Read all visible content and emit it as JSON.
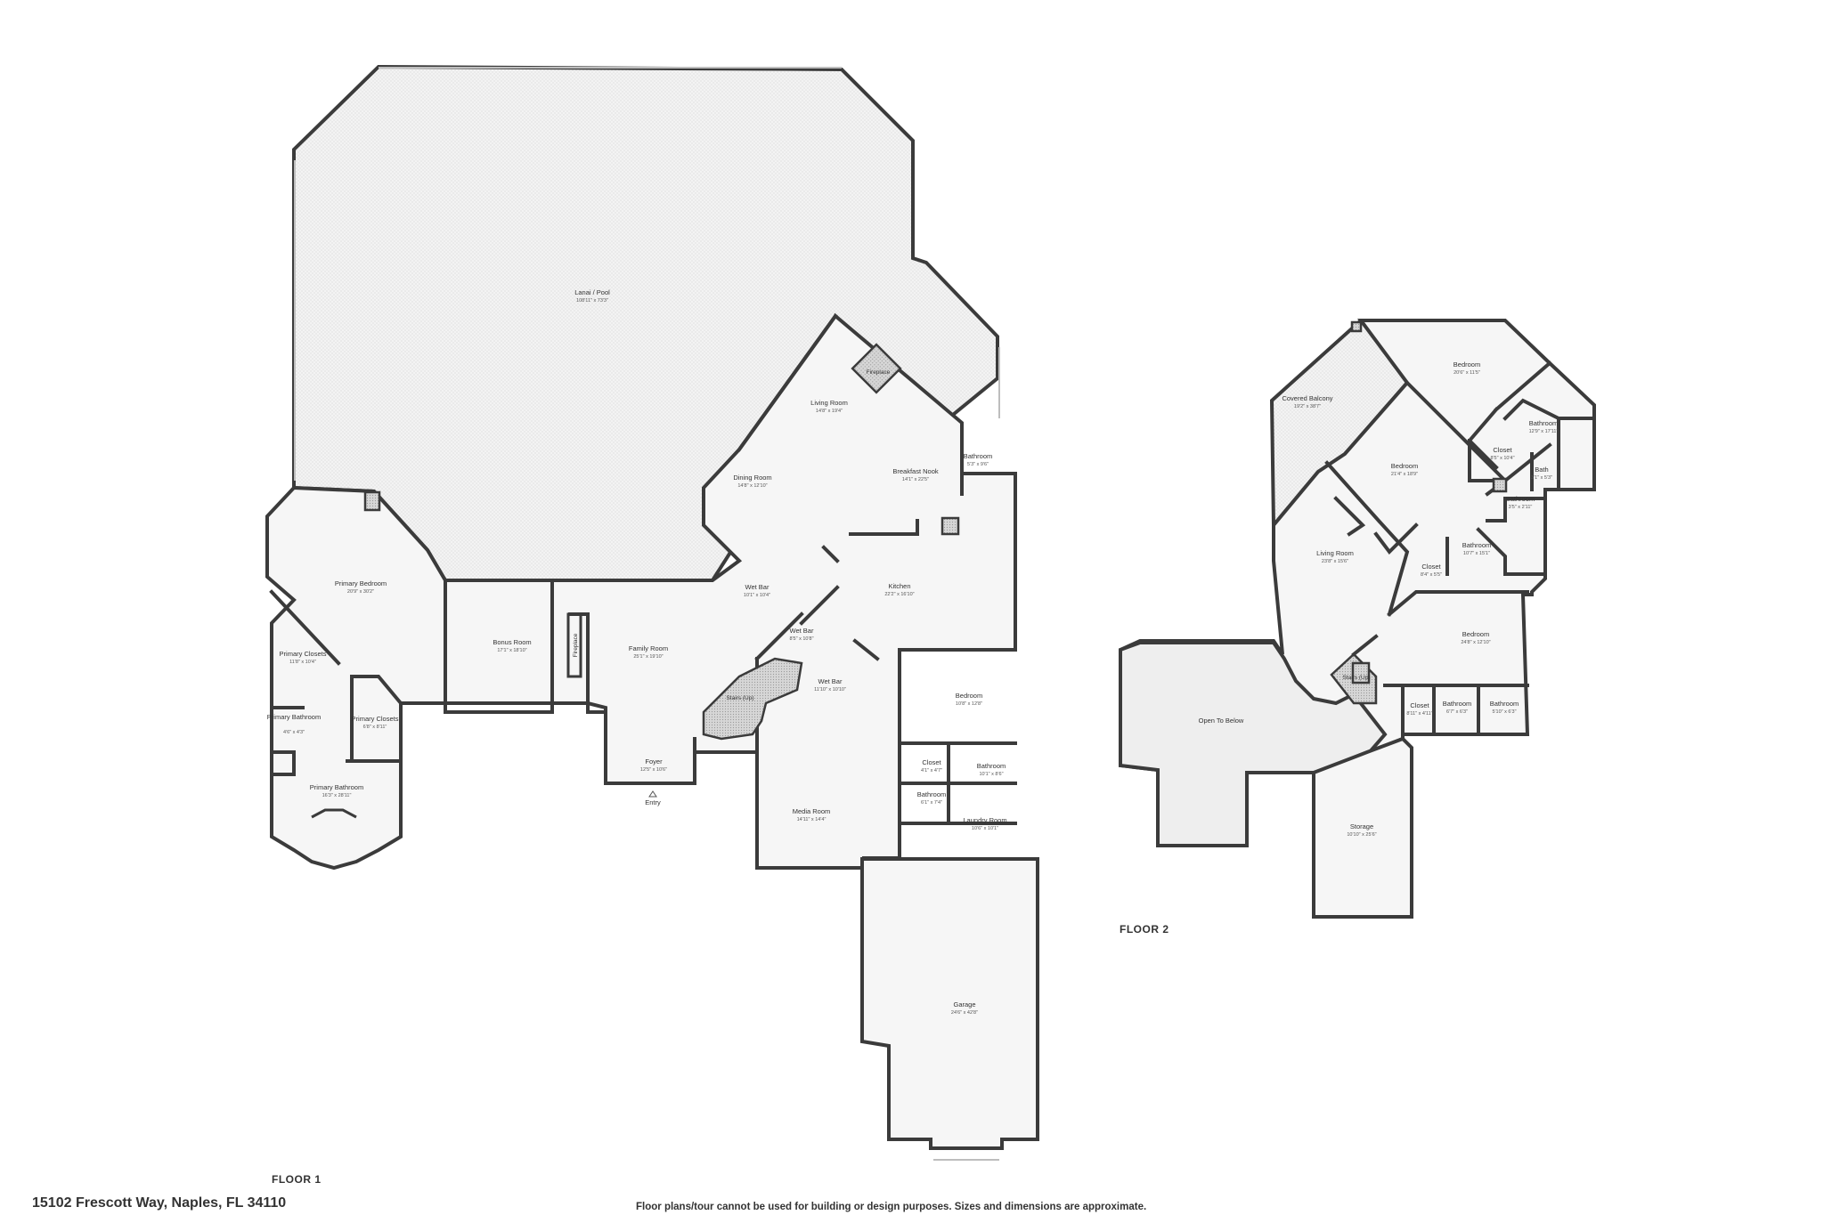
{
  "floor1": {
    "label": "FLOOR 1",
    "rooms": [
      {
        "key": "lanai",
        "name": "Lanai / Pool",
        "dims": "108'11\" x 73'3\""
      },
      {
        "key": "living",
        "name": "Living Room",
        "dims": "14'8\" x 19'4\""
      },
      {
        "key": "fireplace_living",
        "name": "Fireplace",
        "dims": ""
      },
      {
        "key": "dining",
        "name": "Dining Room",
        "dims": "14'8\" x 12'10\""
      },
      {
        "key": "breakfast",
        "name": "Breakfast Nook",
        "dims": "14'1\" x 22'5\""
      },
      {
        "key": "bath_nook",
        "name": "Bathroom",
        "dims": "5'3\" x 9'6\""
      },
      {
        "key": "primary_bed",
        "name": "Primary Bedroom",
        "dims": "20'9\" x 30'2\""
      },
      {
        "key": "primary_closets_a",
        "name": "Primary Closets",
        "dims": "11'8\" x 10'4\""
      },
      {
        "key": "primary_bath_small",
        "name": "Primary Bathroom",
        "dims": "4'6\" x 4'3\""
      },
      {
        "key": "primary_closets_b",
        "name": "Primary Closets",
        "dims": "6'8\" x 8'11\""
      },
      {
        "key": "primary_bath",
        "name": "Primary Bathroom",
        "dims": "16'3\" x 28'11\""
      },
      {
        "key": "bonus",
        "name": "Bonus Room",
        "dims": "17'1\" x 18'10\""
      },
      {
        "key": "fireplace_bonus",
        "name": "Fireplace",
        "dims": ""
      },
      {
        "key": "family",
        "name": "Family Room",
        "dims": "25'1\" x 19'10\""
      },
      {
        "key": "wetbar1",
        "name": "Wet Bar",
        "dims": "10'1\" x 10'4\""
      },
      {
        "key": "wetbar2",
        "name": "Wet Bar",
        "dims": "8'5\" x 10'8\""
      },
      {
        "key": "wetbar3",
        "name": "Wet Bar",
        "dims": "11'10\" x 10'10\""
      },
      {
        "key": "stairs1",
        "name": "Stairs (Up)",
        "dims": ""
      },
      {
        "key": "kitchen",
        "name": "Kitchen",
        "dims": "22'2\" x 16'10\""
      },
      {
        "key": "foyer",
        "name": "Foyer",
        "dims": "12'5\" x 10'6\""
      },
      {
        "key": "entry",
        "name": "Entry",
        "dims": ""
      },
      {
        "key": "media",
        "name": "Media Room",
        "dims": "14'11\" x 14'4\""
      },
      {
        "key": "bedroom1",
        "name": "Bedroom",
        "dims": "10'8\" x 12'8\""
      },
      {
        "key": "closet1",
        "name": "Closet",
        "dims": "4'1\" x 4'7\""
      },
      {
        "key": "bath1",
        "name": "Bathroom",
        "dims": "10'1\" x 8'6\""
      },
      {
        "key": "bath2",
        "name": "Bathroom",
        "dims": "6'1\" x 7'4\""
      },
      {
        "key": "laundry",
        "name": "Laundry Room",
        "dims": "10'6\" x 10'1\""
      },
      {
        "key": "garage",
        "name": "Garage",
        "dims": "24'6\" x 42'8\""
      }
    ]
  },
  "floor2": {
    "label": "FLOOR 2",
    "rooms": [
      {
        "key": "balcony",
        "name": "Covered Balcony",
        "dims": "19'2\" x 38'7\""
      },
      {
        "key": "bed_top",
        "name": "Bedroom",
        "dims": "20'6\" x 11'5\""
      },
      {
        "key": "bath_top",
        "name": "Bathroom",
        "dims": "12'9\" x 17'11\""
      },
      {
        "key": "closet_top",
        "name": "Closet",
        "dims": "8'5\" x 10'4\""
      },
      {
        "key": "bath_small",
        "name": "Bath",
        "dims": "3'1\" x 5'3\""
      },
      {
        "key": "bed_mid",
        "name": "Bedroom",
        "dims": "21'4\" x 18'9\""
      },
      {
        "key": "bath_mid_small",
        "name": "Bathroom",
        "dims": "3'5\" x 2'11\""
      },
      {
        "key": "bath_mid",
        "name": "Bathroom",
        "dims": "10'7\" x 15'1\""
      },
      {
        "key": "closet_mid",
        "name": "Closet",
        "dims": "8'4\" x 5'5\""
      },
      {
        "key": "living2",
        "name": "Living Room",
        "dims": "23'8\" x 15'6\""
      },
      {
        "key": "bed_low",
        "name": "Bedroom",
        "dims": "24'8\" x 12'10\""
      },
      {
        "key": "stairs2",
        "name": "Stairs (Up)",
        "dims": ""
      },
      {
        "key": "closet_low",
        "name": "Closet",
        "dims": "8'11\" x 4'11\""
      },
      {
        "key": "bath_low_a",
        "name": "Bathroom",
        "dims": "6'7\" x 6'3\""
      },
      {
        "key": "bath_low_b",
        "name": "Bathroom",
        "dims": "5'10\" x 6'3\""
      },
      {
        "key": "open_below",
        "name": "Open To Below",
        "dims": ""
      },
      {
        "key": "storage",
        "name": "Storage",
        "dims": "10'10\" x 25'6\""
      }
    ]
  },
  "address": "15102 Frescott Way, Naples, FL 34110",
  "disclaimer": "Floor plans/tour cannot be used for building or design purposes. Sizes and dimensions are approximate."
}
